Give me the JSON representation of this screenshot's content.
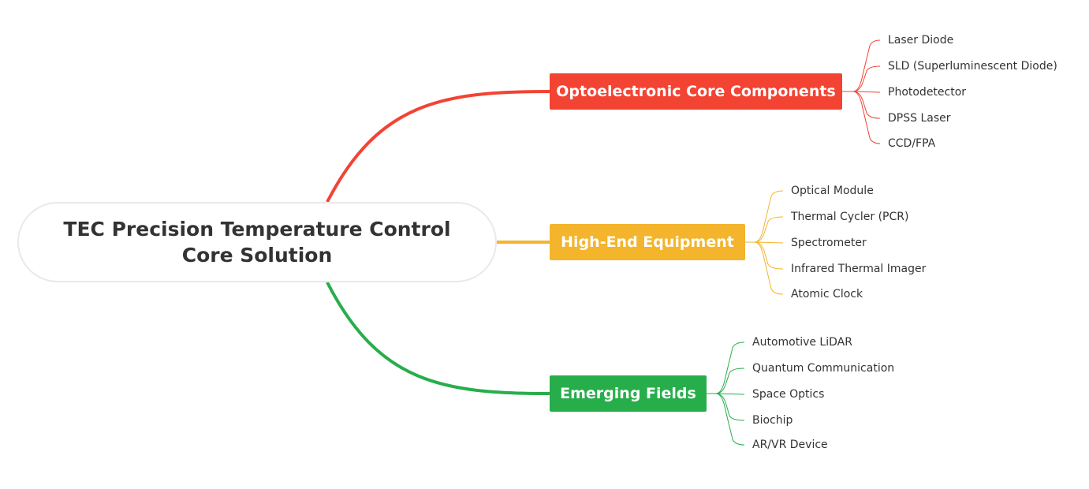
{
  "root": {
    "title": "TEC Precision Temperature Control Core Solution"
  },
  "branches": [
    {
      "label": "Optoelectronic Core Components",
      "color": "#f34333",
      "children": [
        "Laser Diode",
        "SLD (Superluminescent Diode)",
        "Photodetector",
        "DPSS Laser",
        "CCD/FPA"
      ]
    },
    {
      "label": "High-End Equipment",
      "color": "#f4b42b",
      "children": [
        "Optical Module",
        "Thermal Cycler (PCR)",
        "Spectrometer",
        "Infrared Thermal Imager",
        "Atomic Clock"
      ]
    },
    {
      "label": "Emerging Fields",
      "color": "#27ae4b",
      "children": [
        "Automotive LiDAR",
        "Quantum Communication",
        "Space Optics",
        "Biochip",
        "AR/VR Device"
      ]
    }
  ]
}
